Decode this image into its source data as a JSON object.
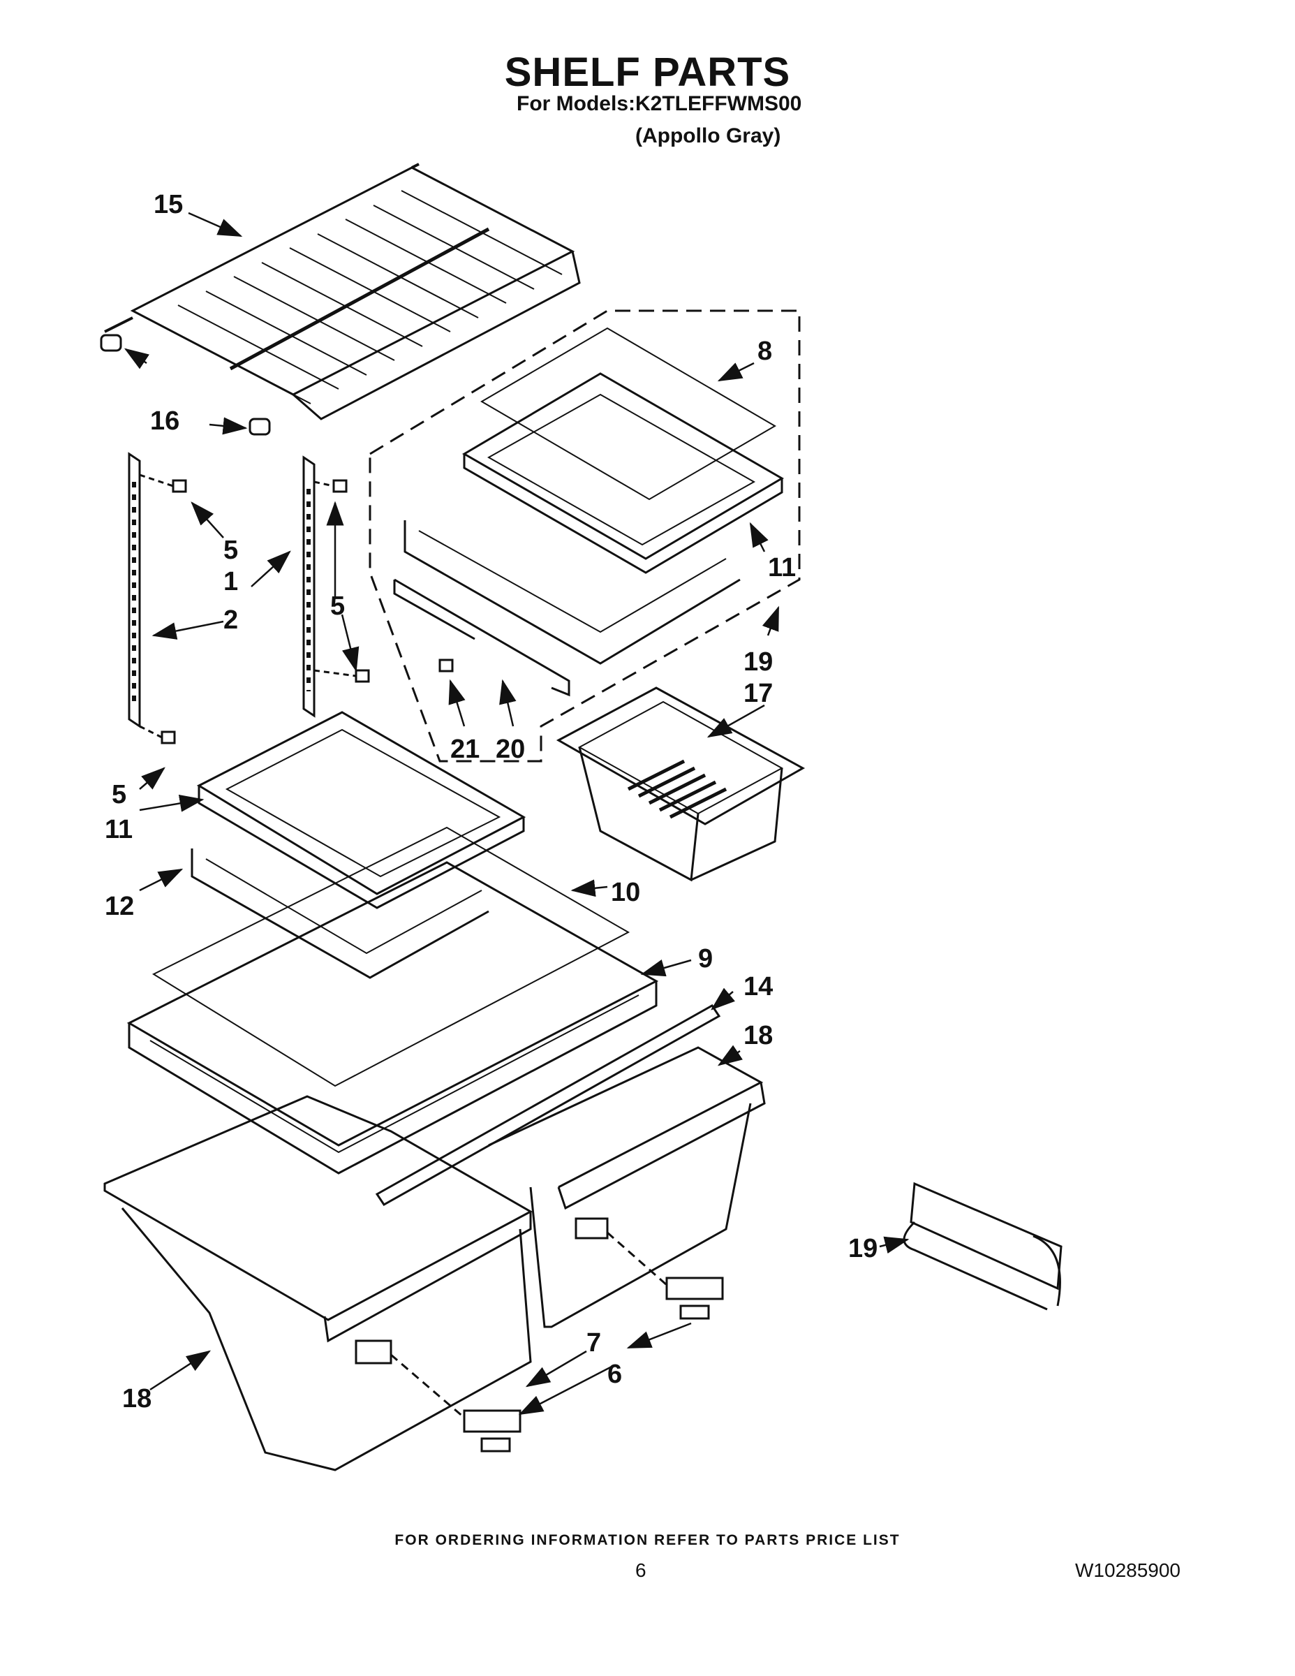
{
  "header": {
    "title": "SHELF PARTS",
    "models": "For Models:K2TLEFFWMS00",
    "color": "(Appollo Gray)"
  },
  "callouts": {
    "c15": "15",
    "c16": "16",
    "c8": "8",
    "c5a": "5",
    "c1": "1",
    "c2": "2",
    "c5b": "5",
    "c11a": "11",
    "c19a": "19",
    "c17": "17",
    "c21": "21",
    "c20": "20",
    "c5c": "5",
    "c11b": "11",
    "c12": "12",
    "c10": "10",
    "c9": "9",
    "c14": "14",
    "c18a": "18",
    "c19b": "19",
    "c7": "7",
    "c6": "6",
    "c18b": "18"
  },
  "footer": {
    "note": "FOR ORDERING INFORMATION REFER TO PARTS PRICE LIST",
    "page": "6",
    "doc_number": "W10285900"
  },
  "colors": {
    "line": "#111111",
    "background": "#ffffff"
  }
}
